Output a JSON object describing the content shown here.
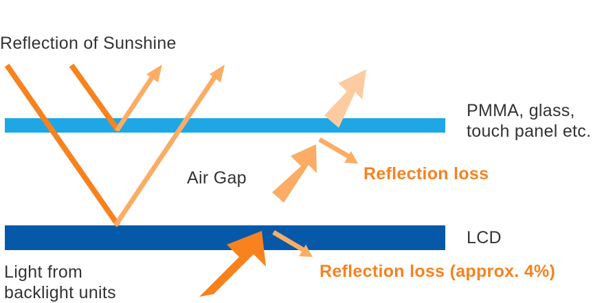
{
  "labels": {
    "sunshine": "Reflection of Sunshine",
    "pmma_line1": "PMMA, glass,",
    "pmma_line2": "touch panel etc.",
    "air_gap": "Air Gap",
    "reflection_loss_top": "Reflection loss",
    "lcd": "LCD",
    "reflection_loss_bottom": "Reflection loss (approx. 4%)",
    "backlight_line1": "Light from",
    "backlight_line2": "backlight units"
  },
  "colors": {
    "pmma_layer": "#1ea7e4",
    "lcd_layer": "#0659a8",
    "incident_ray": "#f7821e",
    "reflected_ray": "#fbad65",
    "faded_arrow": "#fcccA0",
    "loss_text": "#f58220",
    "text": "#333333"
  }
}
